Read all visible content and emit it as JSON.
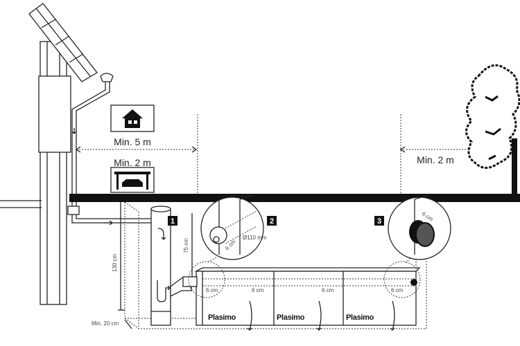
{
  "distances": {
    "house": "Min. 5 m",
    "carport": "Min. 2 m",
    "tree": "Min. 2 m"
  },
  "dimensions": {
    "depth_inlet": "75 cm",
    "depth_total": "130 cm",
    "gravel_bottom": "Min. 20 cm",
    "pipe_diameter": "Ø110 mm",
    "offset_detail2": "6 cm",
    "offset_detail3": "6 cm",
    "offsets": [
      "6 cm",
      "6 cm",
      "6 cm",
      "6 cm"
    ]
  },
  "markers": [
    "1",
    "2",
    "3"
  ],
  "crates": [
    "Plasimo",
    "Plasimo",
    "Plasimo"
  ],
  "icons": [
    "house-icon",
    "car-icon",
    "tree-icon",
    "solar-panel-icon"
  ]
}
